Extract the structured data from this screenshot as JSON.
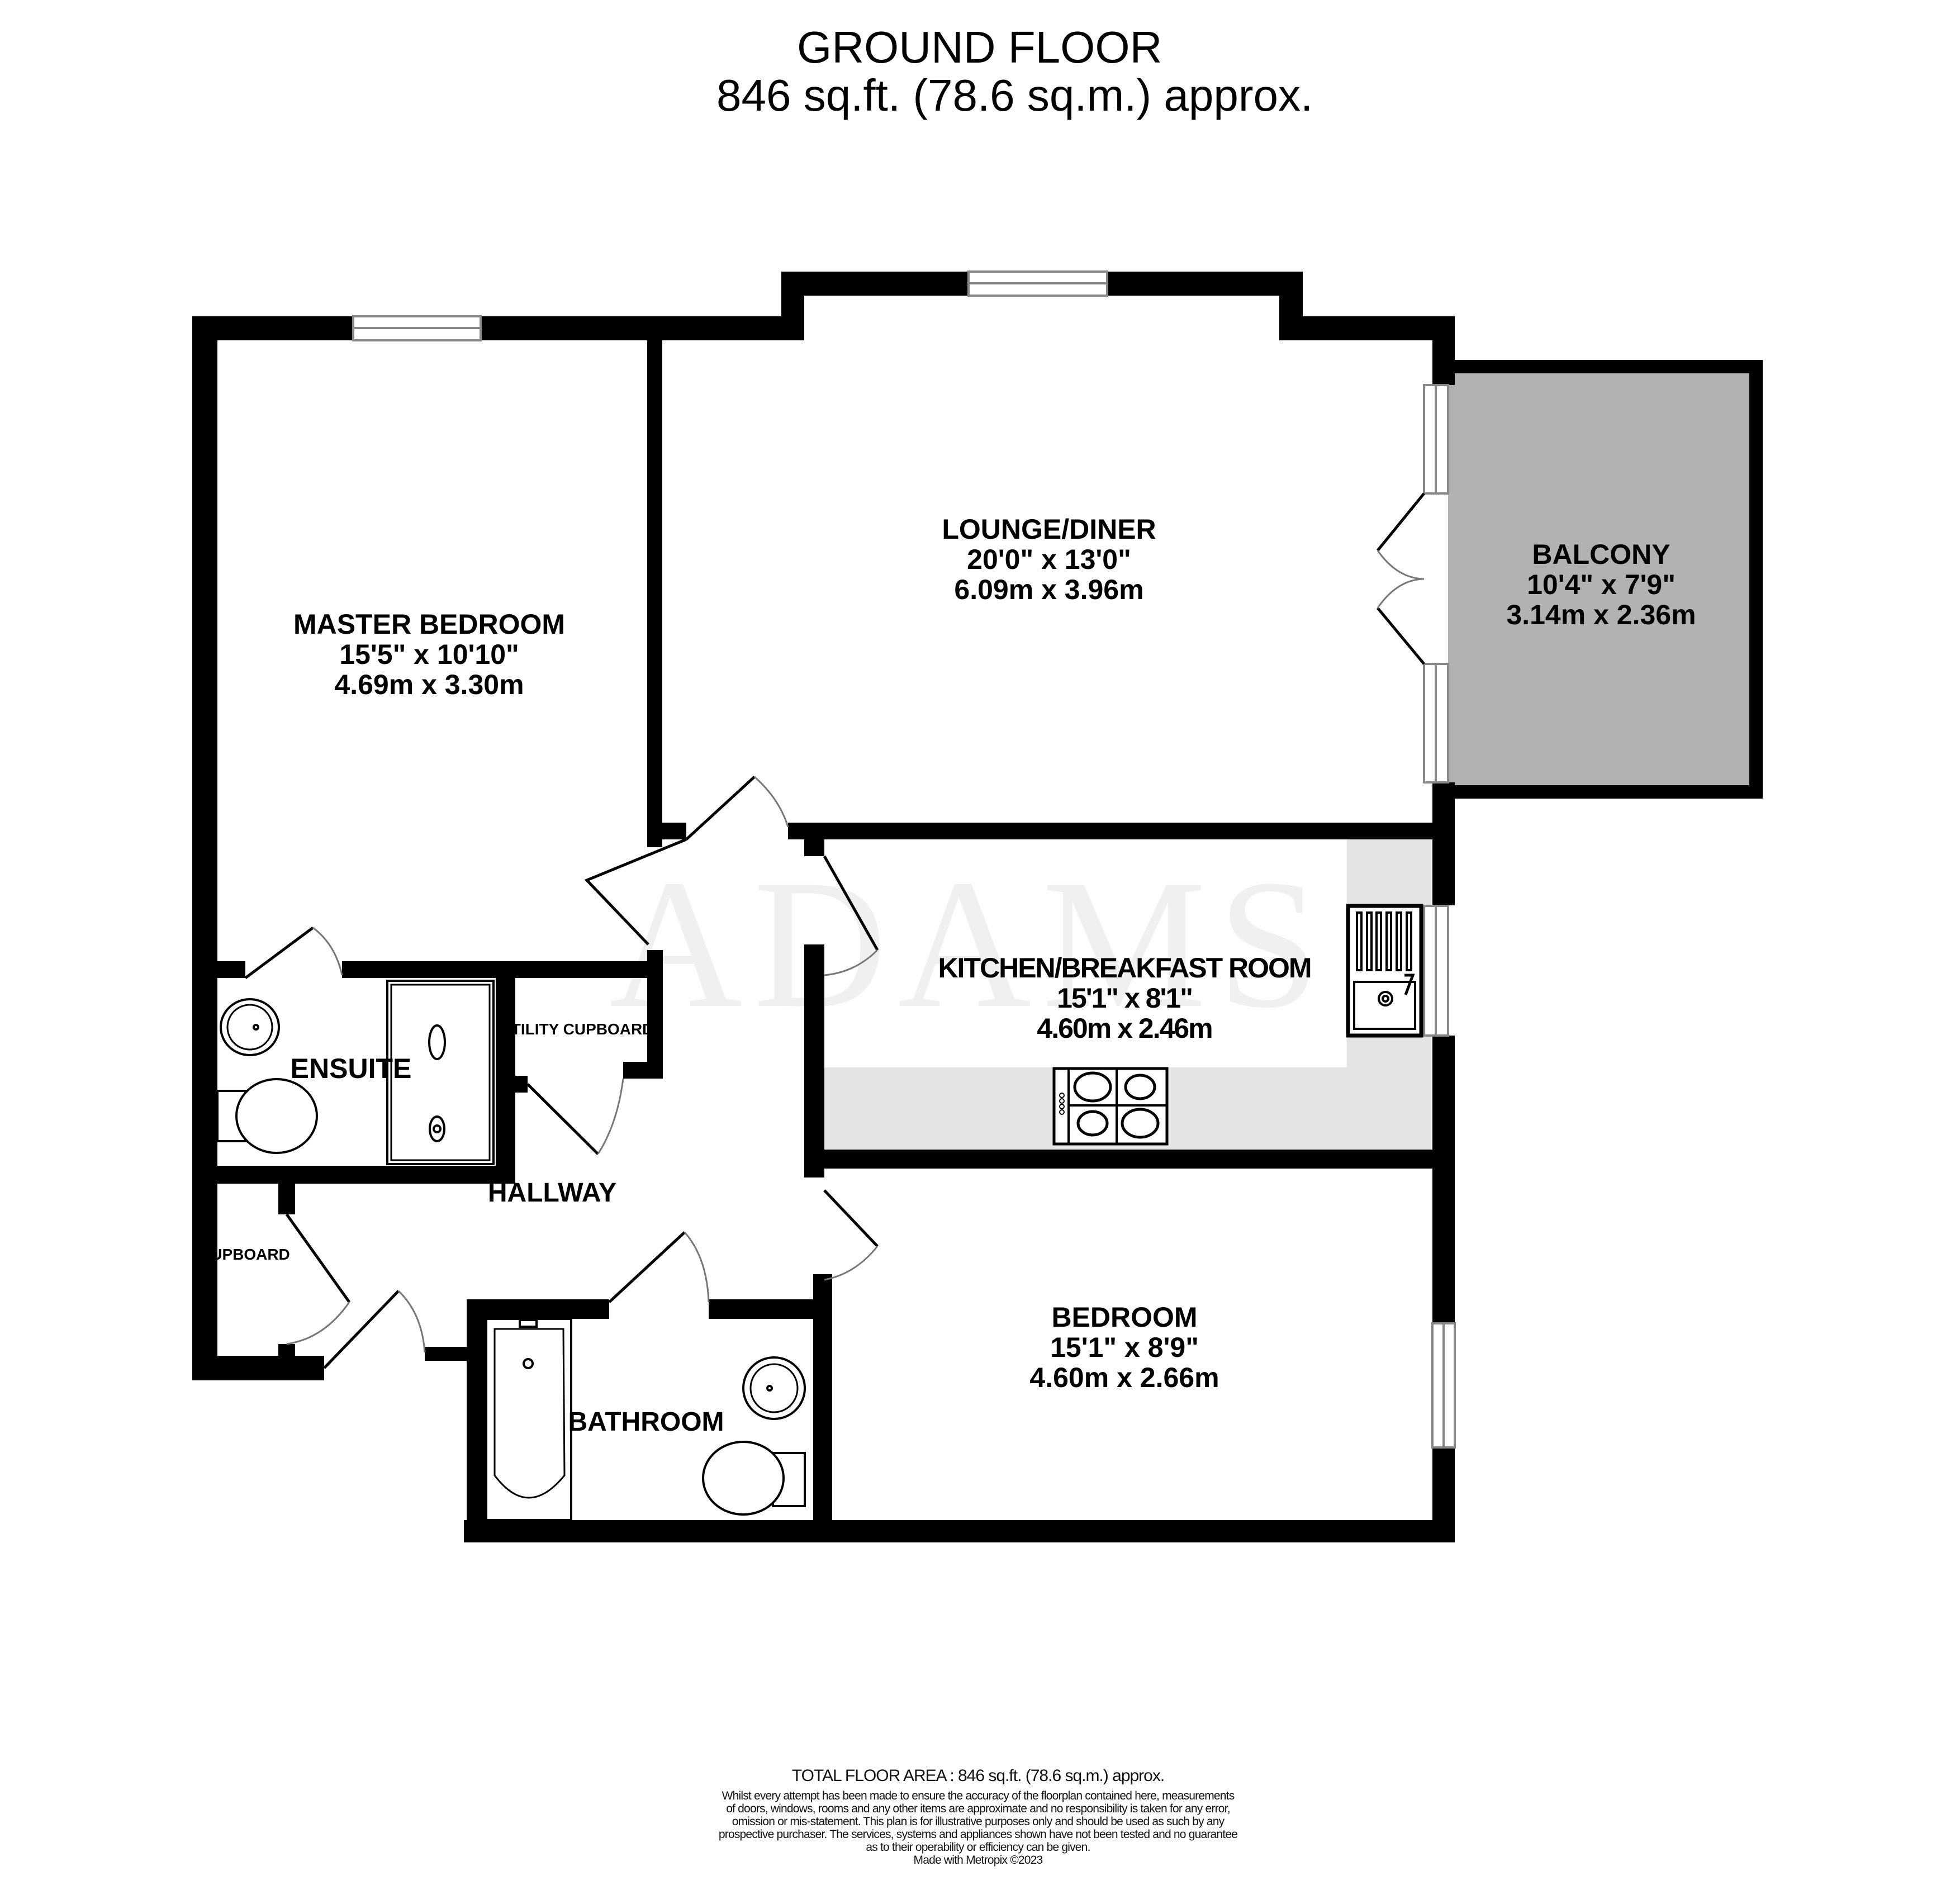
{
  "header": {
    "title": "GROUND FLOOR",
    "area": "846 sq.ft. (78.6 sq.m.) approx."
  },
  "watermark": {
    "text": "ADAMS",
    "color": "#f7ece6"
  },
  "colors": {
    "wall": "#000000",
    "balcony_fill": "#b2b2b2",
    "worktop_fill": "#e4e4e4",
    "window_line": "#888888",
    "background": "#ffffff"
  },
  "rooms": [
    {
      "id": "master_bedroom",
      "name": "MASTER BEDROOM",
      "imperial": "15'5\"  x 10'10\"",
      "metric": "4.69m  x 3.30m"
    },
    {
      "id": "lounge_diner",
      "name": "LOUNGE/DINER",
      "imperial": "20'0\"  x 13'0\"",
      "metric": "6.09m  x 3.96m"
    },
    {
      "id": "balcony",
      "name": "BALCONY",
      "imperial": "10'4\"  x 7'9\"",
      "metric": "3.14m  x 2.36m"
    },
    {
      "id": "kitchen",
      "name": "KITCHEN/BREAKFAST ROOM",
      "imperial": "15'1\"  x 8'1\"",
      "metric": "4.60m  x 2.46m"
    },
    {
      "id": "bedroom",
      "name": "BEDROOM",
      "imperial": "15'1\"  x 8'9\"",
      "metric": "4.60m  x 2.66m"
    }
  ],
  "small_rooms": {
    "ensuite": "ENSUITE",
    "utility_cupboard": "UTILITY CUPBOARD",
    "cupboard": "UPBOARD",
    "hallway": "HALLWAY",
    "bathroom": "BATHROOM"
  },
  "footer": {
    "total": "TOTAL FLOOR AREA : 846 sq.ft. (78.6 sq.m.) approx.",
    "disclaimer_lines": [
      "Whilst every attempt has been made to ensure the accuracy of the floorplan contained here, measurements",
      "of doors, windows, rooms and any other items are approximate and no responsibility is taken for any error,",
      "omission or mis-statement. This plan is for illustrative purposes only and should be used as such by any",
      "prospective purchaser. The services, systems and appliances shown have not been tested and no guarantee",
      "as to their operability or efficiency can be given."
    ],
    "made_with": "Made with Metropix ©2023"
  }
}
